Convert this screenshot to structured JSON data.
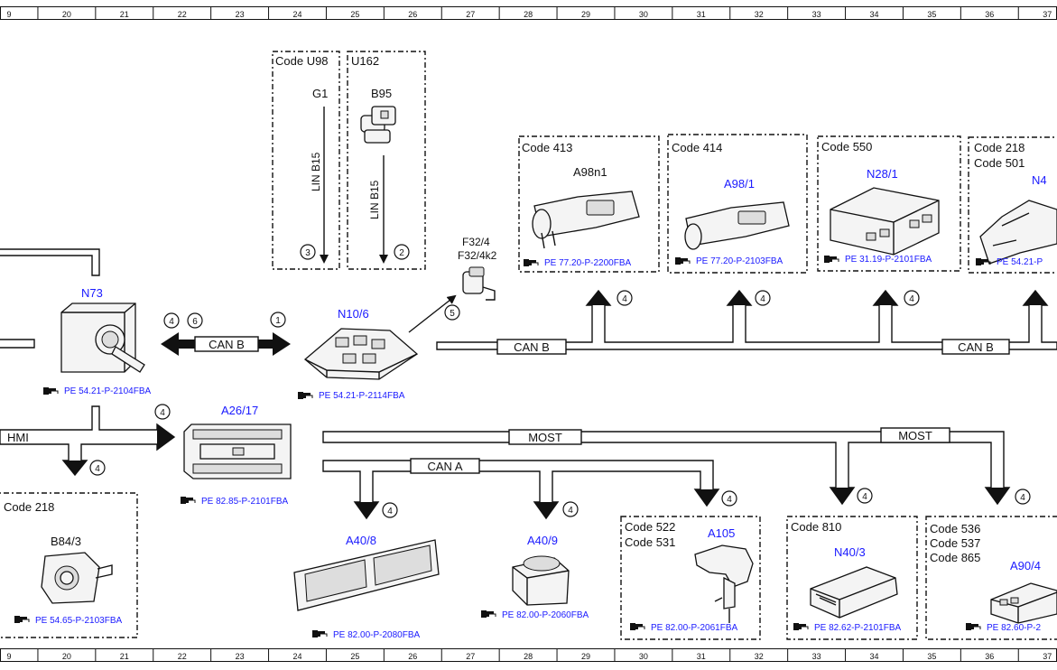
{
  "ruler": {
    "columns": [
      "9",
      "20",
      "21",
      "22",
      "23",
      "24",
      "25",
      "26",
      "27",
      "28",
      "29",
      "30",
      "31",
      "32",
      "33",
      "34",
      "35",
      "36",
      "37"
    ]
  },
  "groups": {
    "u98": "Code U98",
    "u162": "U162",
    "c413": "Code 413",
    "c414": "Code 414",
    "c550": "Code 550",
    "c218a": "Code 218",
    "c501": "Code 501",
    "c218b": "Code 218",
    "c522": "Code 522",
    "c531": "Code 531",
    "c810": "Code 810",
    "c536": "Code 536",
    "c537": "Code 537",
    "c865": "Code 865"
  },
  "components": {
    "g1": "G1",
    "b95": "B95",
    "f32_4": "F32/4",
    "f32_4k2": "F32/4k2",
    "a98n1": "A98n1",
    "a98_1": "A98/1",
    "n28_1": "N28/1",
    "n42": "N4",
    "n73": "N73",
    "n10_6": "N10/6",
    "a26_17": "A26/17",
    "b84_3": "B84/3",
    "a40_8": "A40/8",
    "a40_9": "A40/9",
    "a105": "A105",
    "n40_3": "N40/3",
    "a90_4": "A90/4"
  },
  "buses": {
    "lin_g1": "LIN B15",
    "lin_b95": "LIN B15",
    "can_b_left": "CAN B",
    "can_b_mid": "CAN B",
    "can_b_right": "CAN B",
    "can_a": "CAN A",
    "most_left": "MOST",
    "most_right": "MOST",
    "hmi": "HMI"
  },
  "refs": {
    "a98n1": "PE 77.20-P-2200FBA",
    "a98_1": "PE 77.20-P-2103FBA",
    "n28_1": "PE 31.19-P-2101FBA",
    "n42": "PE 54.21-P",
    "n73": "PE 54.21-P-2104FBA",
    "n10_6": "PE 54.21-P-2114FBA",
    "a26_17": "PE 82.85-P-2101FBA",
    "b84_3": "PE 54.65-P-2103FBA",
    "a40_8": "PE 82.00-P-2080FBA",
    "a40_9": "PE 82.00-P-2060FBA",
    "a105": "PE 82.00-P-2061FBA",
    "n40_3": "PE 82.62-P-2101FBA",
    "a90_4": "PE 82.60-P-2"
  },
  "markers": {
    "m_g1": "3",
    "m_b95": "2",
    "m_n73a": "4",
    "m_n73b": "6",
    "m_canb": "1",
    "m_f32": "5",
    "m_413": "4",
    "m_414": "4",
    "m_550": "4",
    "m_a26": "4",
    "m_b84": "4",
    "m_a408": "4",
    "m_a409": "4",
    "m_a105": "4",
    "m_n403": "4",
    "m_a904": "4"
  },
  "colors": {
    "ink": "#111111",
    "link_blue": "#1a1aff"
  }
}
